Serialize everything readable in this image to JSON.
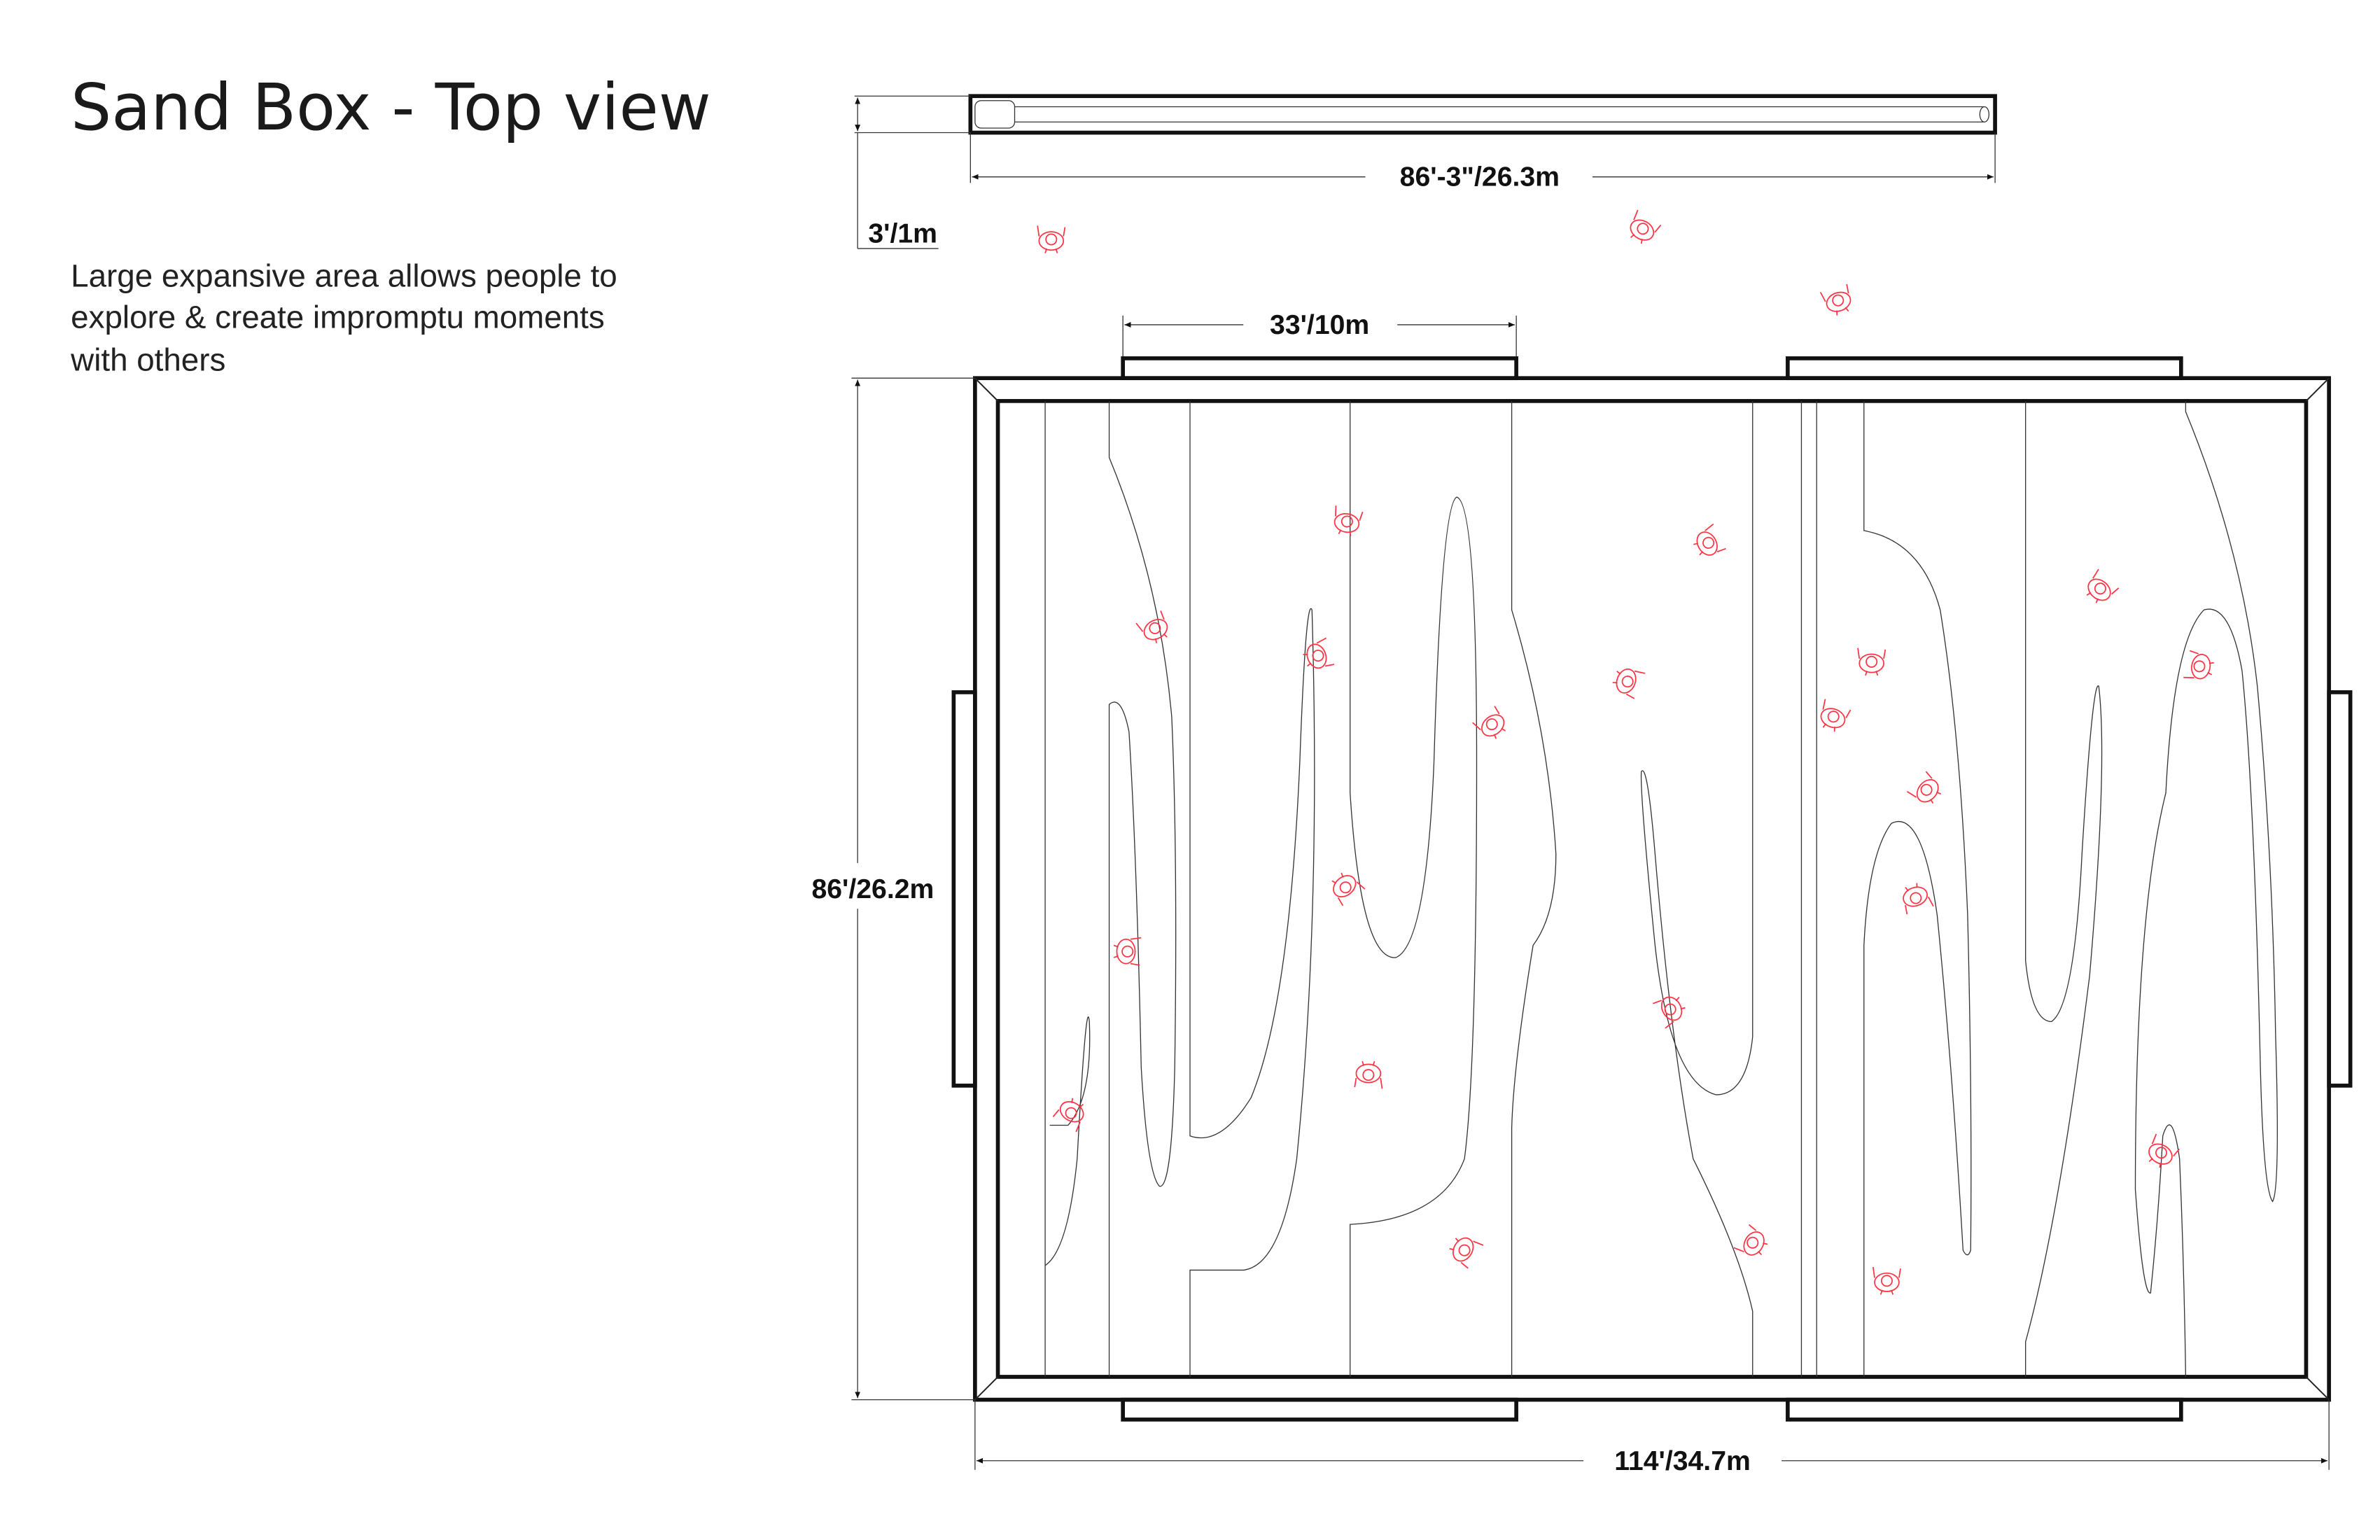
{
  "title": "Sand Box - Top view",
  "description": {
    "lines": [
      "Large expansive area allows people to",
      "explore & create impromptu moments",
      "with others"
    ]
  },
  "dimensions": {
    "bench_length": "86'-3\"/26.3m",
    "bench_width": "3'/1m",
    "bench_segment": "33'/10m",
    "box_depth": "86'/26.2m",
    "box_width": "114'/34.7m"
  },
  "colors": {
    "line": "#111111",
    "people": "#ff3344"
  }
}
